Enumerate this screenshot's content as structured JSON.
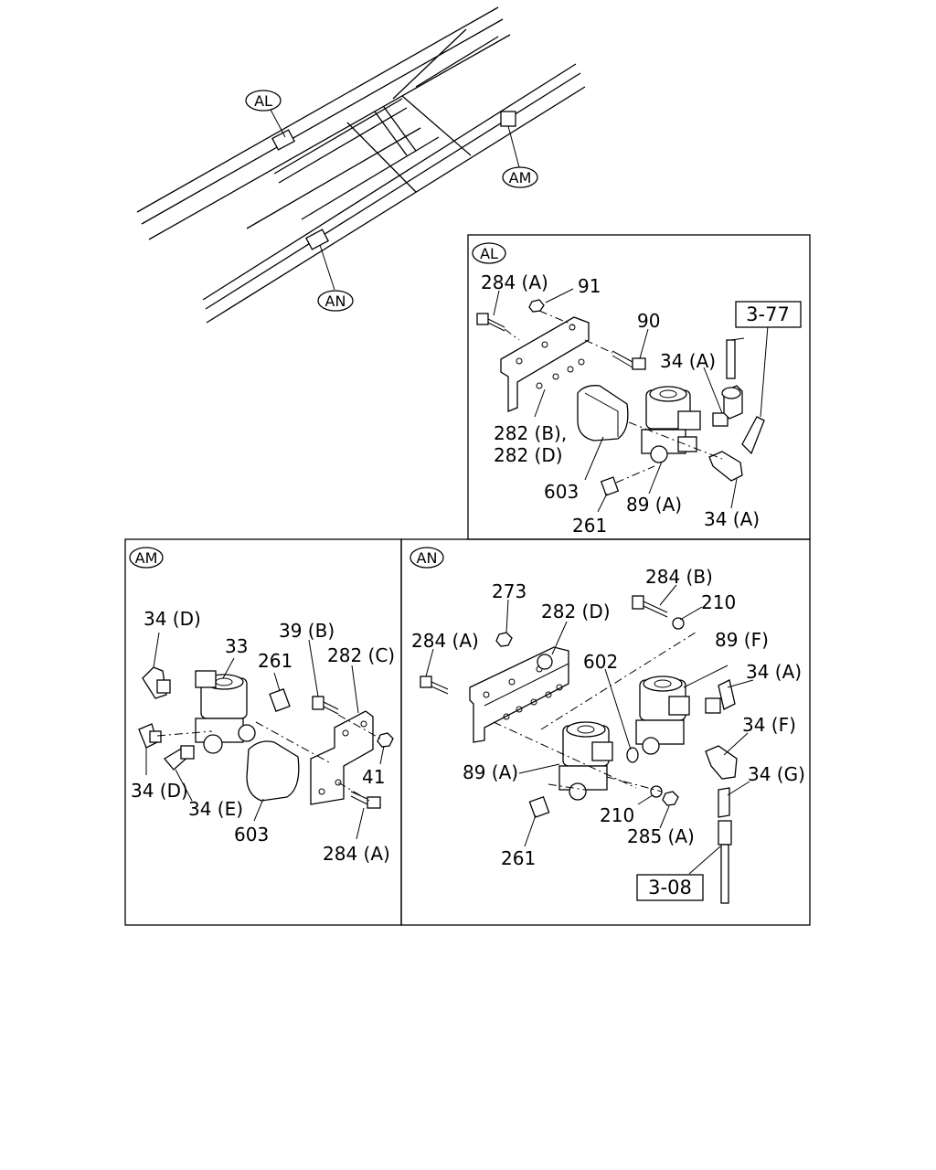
{
  "views": {
    "AL": "AL",
    "AM": "AM",
    "AN": "AN"
  },
  "references": {
    "ref_3_77": "3-77",
    "ref_3_08": "3-08"
  },
  "labels_al": {
    "l284a": "284 (A)",
    "l91": "91",
    "l90": "90",
    "l34a_top": "34 (A)",
    "l282b": "282 (B),",
    "l282d": "282 (D)",
    "l603": "603",
    "l89a": "89 (A)",
    "l261": "261",
    "l34a_bottom": "34 (A)"
  },
  "labels_am": {
    "l34d_top": "34 (D)",
    "l33": "33",
    "l261": "261",
    "l39b": "39 (B)",
    "l282c": "282 (C)",
    "l41": "41",
    "l34d_bottom": "34 (D)",
    "l34e": "34 (E)",
    "l603": "603",
    "l284a": "284 (A)"
  },
  "labels_an": {
    "l273": "273",
    "l282d": "282 (D)",
    "l284b": "284 (B)",
    "l210_top": "210",
    "l284a": "284 (A)",
    "l602": "602",
    "l89f": "89 (F)",
    "l34a": "34 (A)",
    "l34f": "34 (F)",
    "l34g": "34 (G)",
    "l89a": "89 (A)",
    "l210_bottom": "210",
    "l285a": "285 (A)",
    "l261": "261"
  }
}
